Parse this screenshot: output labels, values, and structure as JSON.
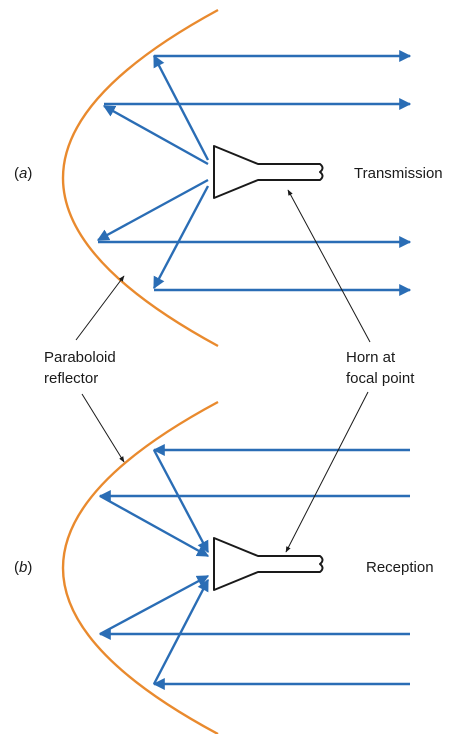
{
  "colors": {
    "reflector": "#e98a2e",
    "rays": "#2a6db5",
    "pointer": "#1a1a1a"
  },
  "panel_a": {
    "tag_open": "(",
    "tag_letter": "a",
    "tag_close": ")",
    "mode": "Transmission"
  },
  "panel_b": {
    "tag_open": "(",
    "tag_letter": "b",
    "tag_close": ")",
    "mode": "Reception"
  },
  "labels": {
    "reflector_line1": "Paraboloid",
    "reflector_line2": "reflector",
    "horn_line1": "Horn at",
    "horn_line2": "focal point"
  }
}
